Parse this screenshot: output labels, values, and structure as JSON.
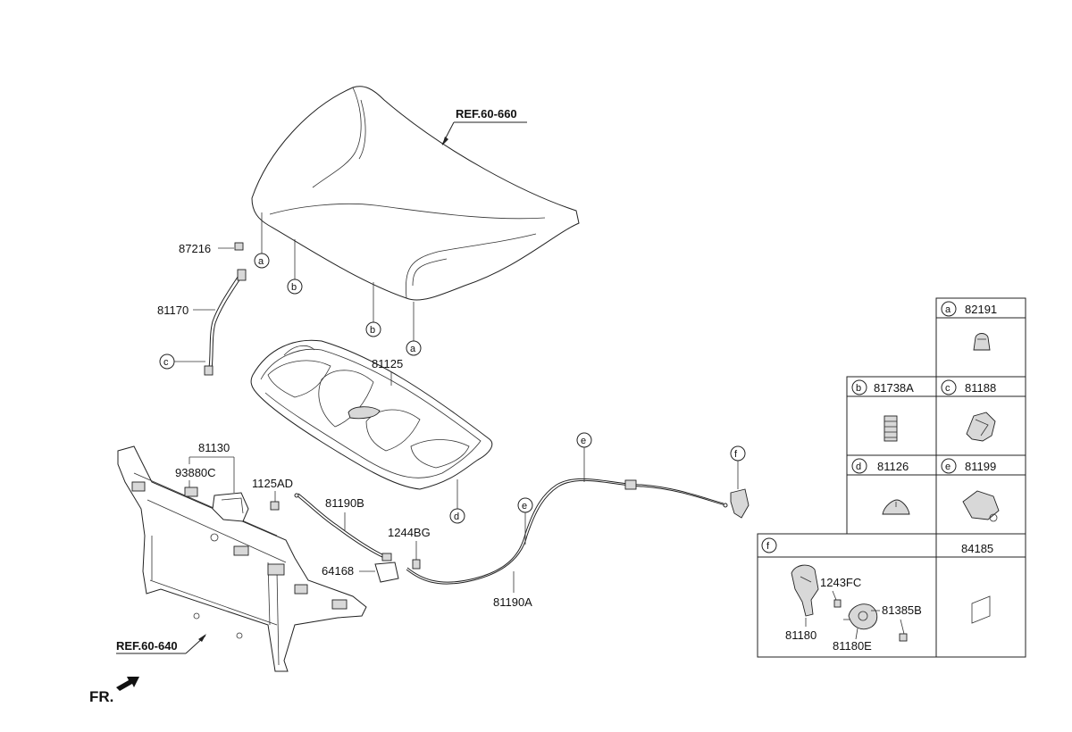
{
  "refs": {
    "hood_ref": "REF.60-660",
    "frame_ref": "REF.60-640",
    "front": "FR."
  },
  "labels": {
    "p87216": "87216",
    "p81170": "81170",
    "p81125": "81125",
    "p81130": "81130",
    "p93880C": "93880C",
    "p1125AD": "1125AD",
    "p81190B": "81190B",
    "p1244BG": "1244BG",
    "p64168": "64168",
    "p81190A": "81190A"
  },
  "callouts": {
    "a": "a",
    "b": "b",
    "c": "c",
    "d": "d",
    "e": "e",
    "f": "f"
  },
  "legend": {
    "a": {
      "letter": "a",
      "part": "82191"
    },
    "b": {
      "letter": "b",
      "part": "81738A"
    },
    "c": {
      "letter": "c",
      "part": "81188"
    },
    "d": {
      "letter": "d",
      "part": "81126"
    },
    "e": {
      "letter": "e",
      "part": "81199"
    },
    "f": {
      "letter": "f",
      "parts": [
        "1243FC",
        "81385B",
        "81180",
        "81180E"
      ]
    },
    "g": {
      "part": "84185"
    }
  }
}
